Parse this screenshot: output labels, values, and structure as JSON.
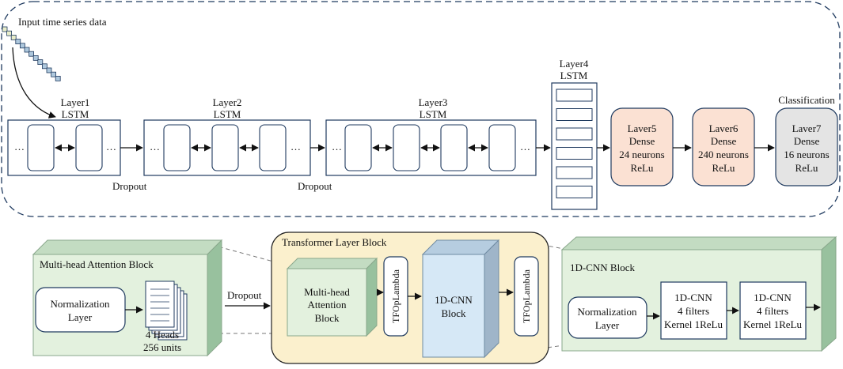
{
  "colors": {
    "border": "#1f3a5f",
    "dense_fill": "#fbe1d3",
    "classify_fill": "#e4e4e4",
    "green_front": "#e3f1de",
    "green_dark": "#98c19e",
    "green_top": "#c3dcc2",
    "transformer_fill": "#fbf0cd",
    "cnn_front": "#d6e8f6",
    "cnn_top": "#b6cde0",
    "cnn_side": "#9fb5c9",
    "sequence_cell": "#aec8dd"
  },
  "top": {
    "input_label": "Input time series data",
    "layer1": {
      "title": "Layer1",
      "type": "LSTM"
    },
    "layer2": {
      "title": "Layer2",
      "type": "LSTM"
    },
    "layer3": {
      "title": "Layer3",
      "type": "LSTM"
    },
    "layer4": {
      "title": "Layer4",
      "type": "LSTM"
    },
    "ellipsis": "…",
    "dropout1": "Dropout",
    "dropout2": "Dropout",
    "layer5": {
      "line1": "Laver5",
      "line2": "Dense",
      "line3": "24 neurons",
      "line4": "ReLu"
    },
    "layer6": {
      "line1": "Laver6",
      "line2": "Dense",
      "line3": "240 neurons",
      "line4": "ReLu"
    },
    "classification": "Classification",
    "layer7": {
      "line1": "Laver7",
      "line2": "Dense",
      "line3": "16 neurons",
      "line4": "ReLu"
    }
  },
  "bottom": {
    "mha_block": {
      "title": "Multi-head Attention Block",
      "norm_line1": "Normalization",
      "norm_line2": "Layer",
      "heads": "4 Heads",
      "units": "256 units"
    },
    "dropout": "Dropout",
    "transformer": {
      "title": "Transformer Layer Block",
      "mha_line1": "Multi-head",
      "mha_line2": "Attention",
      "mha_line3": "Block",
      "tfop1": "TFOpLambda",
      "cnn_line1": "1D-CNN",
      "cnn_line2": "Block",
      "tfop2": "TFOpLambda"
    },
    "cnn_block": {
      "title": "1D-CNN Block",
      "norm_line1": "Normalization",
      "norm_line2": "Layer",
      "conv1_line1": "1D-CNN",
      "conv1_line2": "4 filters",
      "conv1_line3": "Kernel 1ReLu",
      "conv2_line1": "1D-CNN",
      "conv2_line2": "4 filters",
      "conv2_line3": "Kernel 1ReLu"
    }
  }
}
